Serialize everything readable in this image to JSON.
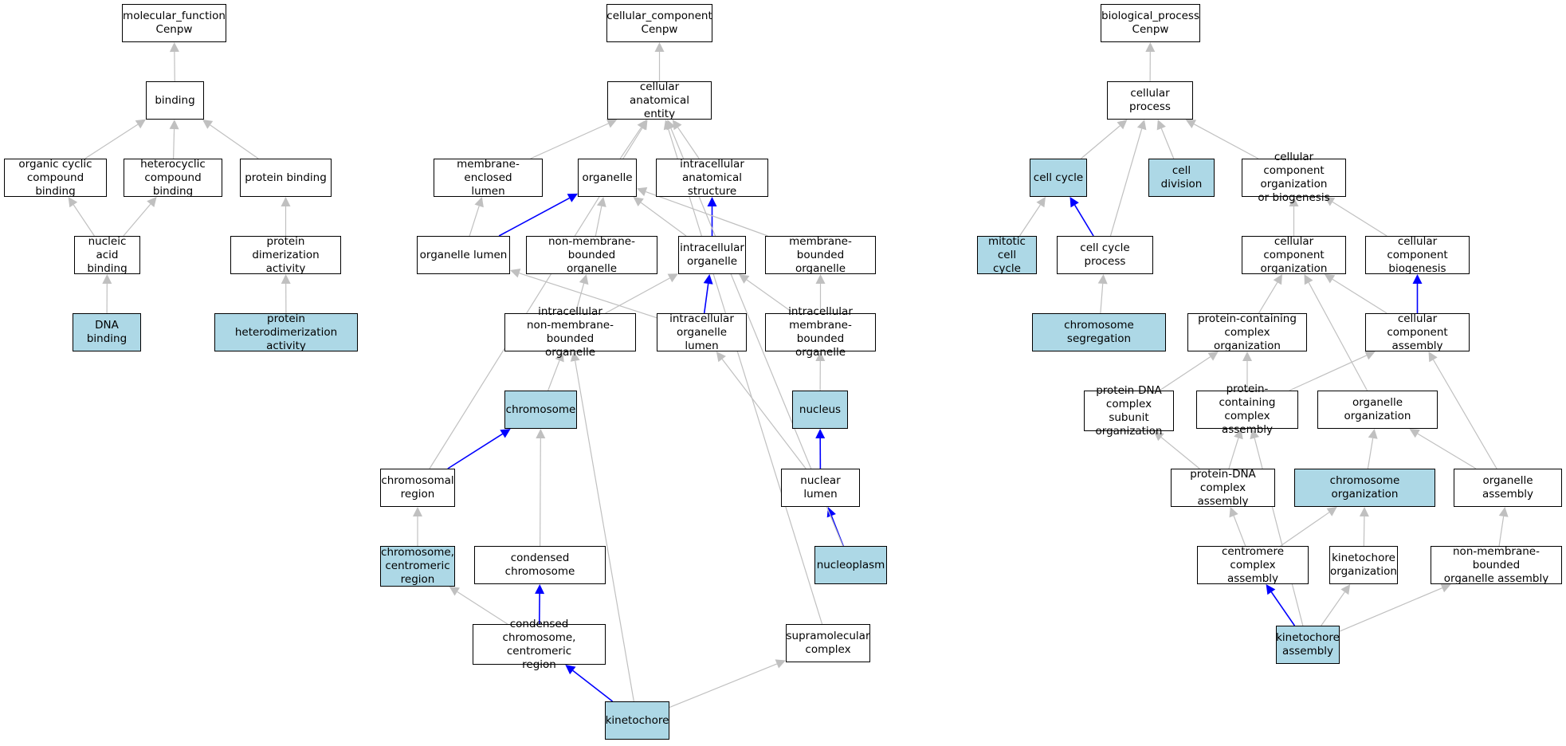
{
  "colors": {
    "highlight_fill": "#add8e6",
    "node_fill": "#ffffff",
    "edge_default": "#c0c0c0",
    "edge_path": "#0000ff",
    "border": "#000000"
  },
  "nodes": {
    "mf_root": {
      "label": "molecular_function\nCenpw",
      "highlighted": false
    },
    "binding": {
      "label": "binding",
      "highlighted": false
    },
    "organic_cyclic": {
      "label": "organic cyclic\ncompound binding",
      "highlighted": false
    },
    "heterocyclic": {
      "label": "heterocyclic\ncompound binding",
      "highlighted": false
    },
    "protein_binding": {
      "label": "protein binding",
      "highlighted": false
    },
    "nucleic_acid": {
      "label": "nucleic acid\nbinding",
      "highlighted": false
    },
    "protein_dimerization": {
      "label": "protein dimerization\nactivity",
      "highlighted": false
    },
    "dna_binding": {
      "label": "DNA binding",
      "highlighted": true
    },
    "protein_heterodimerization": {
      "label": "protein heterodimerization\nactivity",
      "highlighted": true
    },
    "cc_root": {
      "label": "cellular_component\nCenpw",
      "highlighted": false
    },
    "cae": {
      "label": "cellular anatomical\nentity",
      "highlighted": false
    },
    "membrane_enclosed_lumen": {
      "label": "membrane-enclosed\nlumen",
      "highlighted": false
    },
    "organelle": {
      "label": "organelle",
      "highlighted": false
    },
    "intracellular_anatomical": {
      "label": "intracellular\nanatomical structure",
      "highlighted": false
    },
    "organelle_lumen": {
      "label": "organelle lumen",
      "highlighted": false
    },
    "non_membrane_bounded": {
      "label": "non-membrane-bounded\norganelle",
      "highlighted": false
    },
    "intracellular_organelle": {
      "label": "intracellular\norganelle",
      "highlighted": false
    },
    "membrane_bounded": {
      "label": "membrane-bounded\norganelle",
      "highlighted": false
    },
    "intra_non_membrane": {
      "label": "intracellular\nnon-membrane-bounded\norganelle",
      "highlighted": false
    },
    "intra_organelle_lumen": {
      "label": "intracellular\norganelle lumen",
      "highlighted": false
    },
    "intra_membrane_bounded": {
      "label": "intracellular\nmembrane-bounded\norganelle",
      "highlighted": false
    },
    "chromosome": {
      "label": "chromosome",
      "highlighted": true
    },
    "nucleus": {
      "label": "nucleus",
      "highlighted": true
    },
    "chromosomal_region": {
      "label": "chromosomal\nregion",
      "highlighted": false
    },
    "nuclear_lumen": {
      "label": "nuclear lumen",
      "highlighted": false
    },
    "chromosome_centromeric": {
      "label": "chromosome,\ncentromeric\nregion",
      "highlighted": true
    },
    "condensed_chromosome": {
      "label": "condensed chromosome",
      "highlighted": false
    },
    "nucleoplasm": {
      "label": "nucleoplasm",
      "highlighted": true
    },
    "condensed_centromeric": {
      "label": "condensed chromosome,\ncentromeric\nregion",
      "highlighted": false
    },
    "supramolecular_complex": {
      "label": "supramolecular\ncomplex",
      "highlighted": false
    },
    "kinetochore": {
      "label": "kinetochore",
      "highlighted": true
    },
    "bp_root": {
      "label": "biological_process\nCenpw",
      "highlighted": false
    },
    "cellular_process": {
      "label": "cellular process",
      "highlighted": false
    },
    "cell_cycle": {
      "label": "cell cycle",
      "highlighted": true
    },
    "cell_division": {
      "label": "cell division",
      "highlighted": true
    },
    "cc_org_or_bio": {
      "label": "cellular component\norganization\nor biogenesis",
      "highlighted": false
    },
    "mitotic_cell_cycle": {
      "label": "mitotic cell\ncycle",
      "highlighted": true
    },
    "cell_cycle_process": {
      "label": "cell cycle process",
      "highlighted": false
    },
    "cc_organization": {
      "label": "cellular component\norganization",
      "highlighted": false
    },
    "cc_biogenesis": {
      "label": "cellular component\nbiogenesis",
      "highlighted": false
    },
    "chromosome_segregation": {
      "label": "chromosome segregation",
      "highlighted": true
    },
    "protein_complex_org": {
      "label": "protein-containing\ncomplex organization",
      "highlighted": false
    },
    "cc_assembly": {
      "label": "cellular component\nassembly",
      "highlighted": false
    },
    "protein_dna_subunit": {
      "label": "protein-DNA\ncomplex subunit\norganization",
      "highlighted": false
    },
    "protein_complex_assembly": {
      "label": "protein-containing\ncomplex assembly",
      "highlighted": false
    },
    "organelle_organization": {
      "label": "organelle organization",
      "highlighted": false
    },
    "protein_dna_assembly": {
      "label": "protein-DNA\ncomplex assembly",
      "highlighted": false
    },
    "chromosome_organization": {
      "label": "chromosome organization",
      "highlighted": true
    },
    "organelle_assembly": {
      "label": "organelle assembly",
      "highlighted": false
    },
    "centromere_complex_assembly": {
      "label": "centromere complex\nassembly",
      "highlighted": false
    },
    "kinetochore_organization": {
      "label": "kinetochore\norganization",
      "highlighted": false
    },
    "non_membrane_org_assembly": {
      "label": "non-membrane-bounded\norganelle assembly",
      "highlighted": false
    },
    "kinetochore_assembly": {
      "label": "kinetochore\nassembly",
      "highlighted": true
    }
  },
  "edges": [
    {
      "from": "binding",
      "to": "mf_root",
      "path": false
    },
    {
      "from": "organic_cyclic",
      "to": "binding",
      "path": false
    },
    {
      "from": "heterocyclic",
      "to": "binding",
      "path": false
    },
    {
      "from": "protein_binding",
      "to": "binding",
      "path": false
    },
    {
      "from": "nucleic_acid",
      "to": "organic_cyclic",
      "path": false
    },
    {
      "from": "nucleic_acid",
      "to": "heterocyclic",
      "path": false
    },
    {
      "from": "protein_dimerization",
      "to": "protein_binding",
      "path": false
    },
    {
      "from": "dna_binding",
      "to": "nucleic_acid",
      "path": false
    },
    {
      "from": "protein_heterodimerization",
      "to": "protein_dimerization",
      "path": false
    },
    {
      "from": "cae",
      "to": "cc_root",
      "path": false
    },
    {
      "from": "membrane_enclosed_lumen",
      "to": "cae",
      "path": false
    },
    {
      "from": "organelle",
      "to": "cae",
      "path": false
    },
    {
      "from": "intracellular_anatomical",
      "to": "cae",
      "path": false
    },
    {
      "from": "organelle_lumen",
      "to": "membrane_enclosed_lumen",
      "path": false
    },
    {
      "from": "organelle_lumen",
      "to": "organelle",
      "path": true
    },
    {
      "from": "non_membrane_bounded",
      "to": "organelle",
      "path": false
    },
    {
      "from": "intracellular_organelle",
      "to": "organelle",
      "path": false
    },
    {
      "from": "intracellular_organelle",
      "to": "intracellular_anatomical",
      "path": true
    },
    {
      "from": "membrane_bounded",
      "to": "organelle",
      "path": false
    },
    {
      "from": "intra_non_membrane",
      "to": "non_membrane_bounded",
      "path": false
    },
    {
      "from": "intra_non_membrane",
      "to": "intracellular_organelle",
      "path": false
    },
    {
      "from": "intra_organelle_lumen",
      "to": "organelle_lumen",
      "path": false
    },
    {
      "from": "intra_organelle_lumen",
      "to": "intracellular_organelle",
      "path": true
    },
    {
      "from": "intra_membrane_bounded",
      "to": "intracellular_organelle",
      "path": false
    },
    {
      "from": "intra_membrane_bounded",
      "to": "membrane_bounded",
      "path": false
    },
    {
      "from": "chromosome",
      "to": "intra_non_membrane",
      "path": false
    },
    {
      "from": "nucleus",
      "to": "intra_membrane_bounded",
      "path": false
    },
    {
      "from": "chromosomal_region",
      "to": "chromosome",
      "path": true
    },
    {
      "from": "chromosomal_region",
      "to": "cae",
      "path": false
    },
    {
      "from": "nuclear_lumen",
      "to": "nucleus",
      "path": true
    },
    {
      "from": "nuclear_lumen",
      "to": "intra_organelle_lumen",
      "path": false
    },
    {
      "from": "chromosome_centromeric",
      "to": "chromosomal_region",
      "path": false
    },
    {
      "from": "condensed_chromosome",
      "to": "chromosome",
      "path": false
    },
    {
      "from": "nucleoplasm",
      "to": "nuclear_lumen",
      "path": true
    },
    {
      "from": "nucleoplasm",
      "to": "cae",
      "path": false
    },
    {
      "from": "condensed_centromeric",
      "to": "chromosome_centromeric",
      "path": false
    },
    {
      "from": "condensed_centromeric",
      "to": "condensed_chromosome",
      "path": true
    },
    {
      "from": "supramolecular_complex",
      "to": "cae",
      "path": false
    },
    {
      "from": "kinetochore",
      "to": "condensed_centromeric",
      "path": true
    },
    {
      "from": "kinetochore",
      "to": "intra_non_membrane",
      "path": false
    },
    {
      "from": "kinetochore",
      "to": "supramolecular_complex",
      "path": false
    },
    {
      "from": "cellular_process",
      "to": "bp_root",
      "path": false
    },
    {
      "from": "cell_cycle",
      "to": "cellular_process",
      "path": false
    },
    {
      "from": "cell_division",
      "to": "cellular_process",
      "path": false
    },
    {
      "from": "cc_org_or_bio",
      "to": "cellular_process",
      "path": false
    },
    {
      "from": "mitotic_cell_cycle",
      "to": "cell_cycle",
      "path": false
    },
    {
      "from": "cell_cycle_process",
      "to": "cell_cycle",
      "path": true
    },
    {
      "from": "cell_cycle_process",
      "to": "cellular_process",
      "path": false
    },
    {
      "from": "cc_organization",
      "to": "cc_org_or_bio",
      "path": false
    },
    {
      "from": "cc_biogenesis",
      "to": "cc_org_or_bio",
      "path": false
    },
    {
      "from": "chromosome_segregation",
      "to": "cell_cycle_process",
      "path": false
    },
    {
      "from": "protein_complex_org",
      "to": "cc_organization",
      "path": false
    },
    {
      "from": "cc_assembly",
      "to": "cc_organization",
      "path": false
    },
    {
      "from": "cc_assembly",
      "to": "cc_biogenesis",
      "path": true
    },
    {
      "from": "protein_dna_subunit",
      "to": "protein_complex_org",
      "path": false
    },
    {
      "from": "protein_complex_assembly",
      "to": "protein_complex_org",
      "path": false
    },
    {
      "from": "protein_complex_assembly",
      "to": "cc_assembly",
      "path": false
    },
    {
      "from": "organelle_organization",
      "to": "cc_organization",
      "path": false
    },
    {
      "from": "protein_dna_assembly",
      "to": "protein_dna_subunit",
      "path": false
    },
    {
      "from": "protein_dna_assembly",
      "to": "protein_complex_assembly",
      "path": false
    },
    {
      "from": "chromosome_organization",
      "to": "organelle_organization",
      "path": false
    },
    {
      "from": "organelle_assembly",
      "to": "organelle_organization",
      "path": false
    },
    {
      "from": "organelle_assembly",
      "to": "cc_assembly",
      "path": false
    },
    {
      "from": "centromere_complex_assembly",
      "to": "protein_dna_assembly",
      "path": false
    },
    {
      "from": "centromere_complex_assembly",
      "to": "chromosome_organization",
      "path": false
    },
    {
      "from": "kinetochore_organization",
      "to": "chromosome_organization",
      "path": false
    },
    {
      "from": "non_membrane_org_assembly",
      "to": "organelle_assembly",
      "path": false
    },
    {
      "from": "kinetochore_assembly",
      "to": "centromere_complex_assembly",
      "path": true
    },
    {
      "from": "kinetochore_assembly",
      "to": "kinetochore_organization",
      "path": false
    },
    {
      "from": "kinetochore_assembly",
      "to": "non_membrane_org_assembly",
      "path": false
    },
    {
      "from": "kinetochore_assembly",
      "to": "protein_complex_assembly",
      "path": false
    }
  ]
}
